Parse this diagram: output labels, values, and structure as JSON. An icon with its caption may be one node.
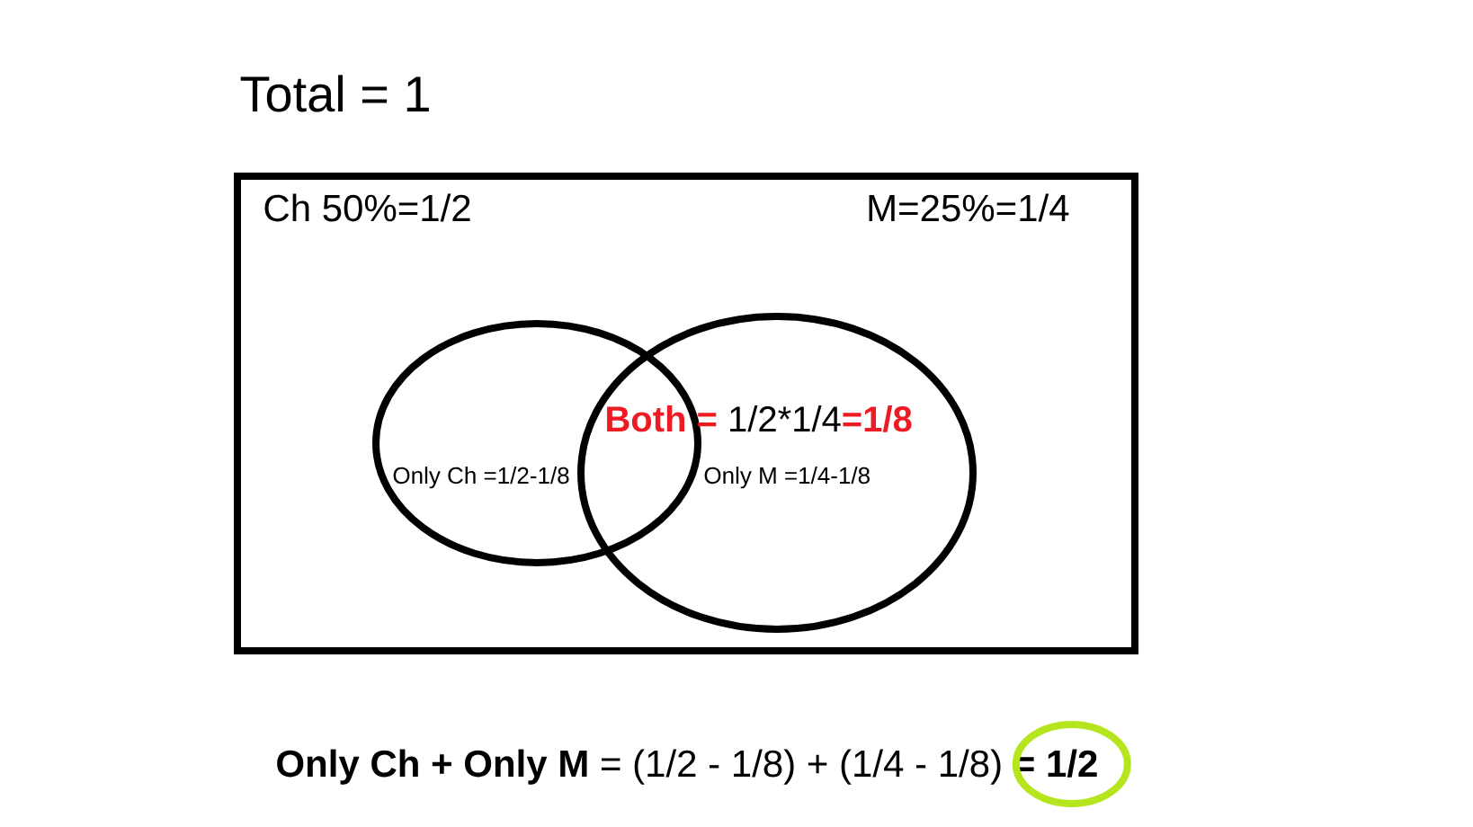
{
  "diagram": {
    "title": "Total = 1",
    "nodes": [
      {
        "text": [
          "Ch 50%=1/2",
          "M=25%=1/4"
        ]
      },
      {
        "text": [
          "Only Ch =1/2-1/8"
        ],
        "in": 0
      },
      {
        "text": [
          "Only M =1/4-1/8"
        ],
        "in": 0
      }
    ],
    "labels": [
      "**Both =** 1/2*1/4**=1/8**",
      "**Only Ch + Only M** = (1/2 - 1/8) + (1/4 - 1/8) **= 1/2**"
    ]
  }
}
